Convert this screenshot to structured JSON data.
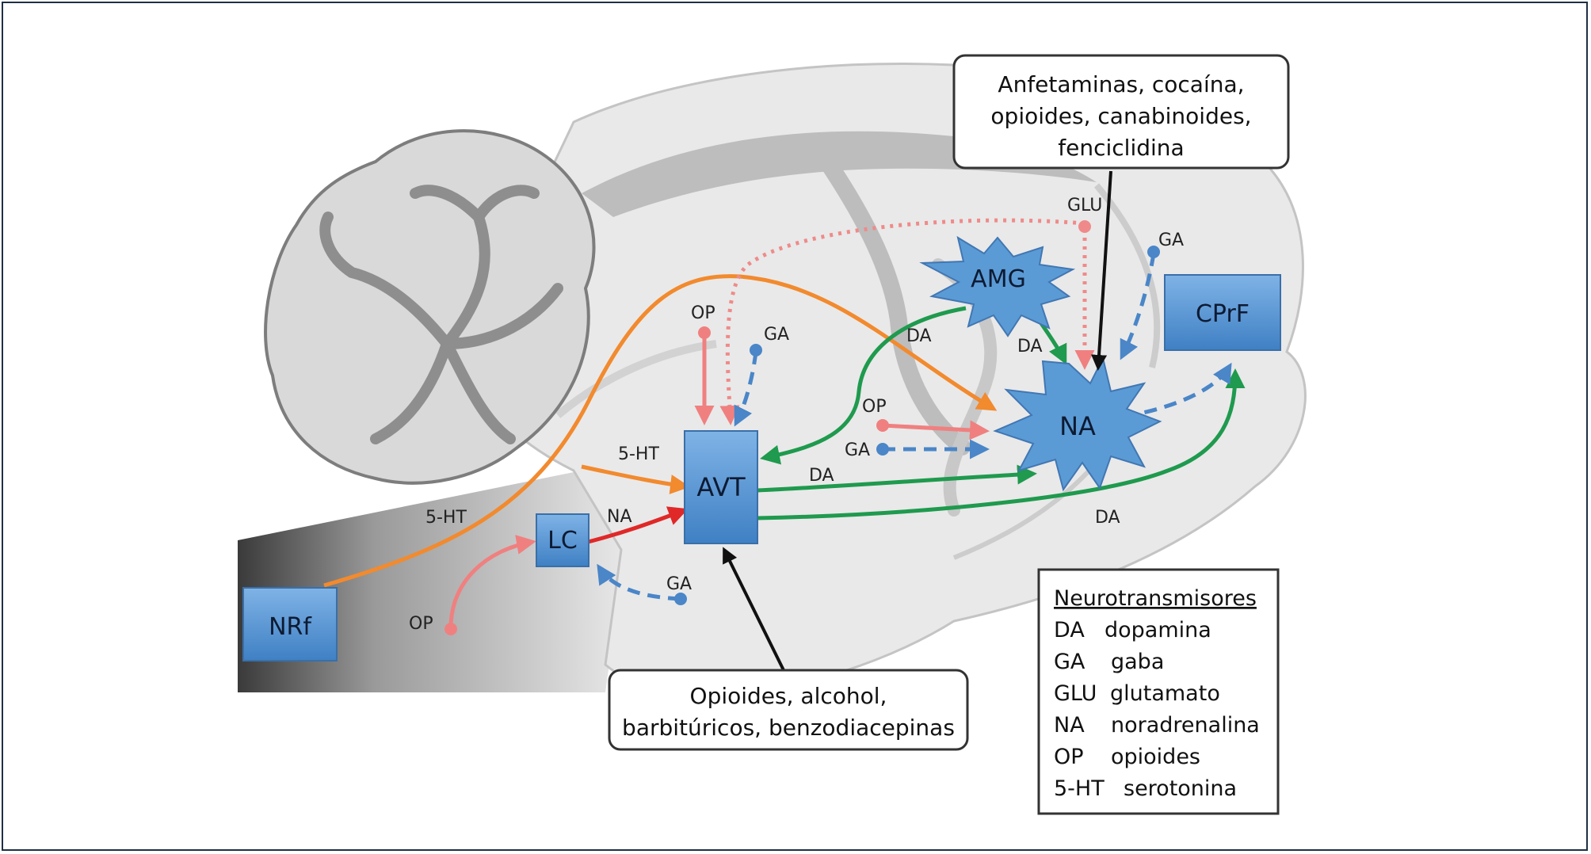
{
  "regions": {
    "nrf": "NRf",
    "lc": "LC",
    "avt": "AVT",
    "amg": "AMG",
    "na": "NA",
    "cprf": "CPrF"
  },
  "pathway_labels": {
    "op_left": "OP",
    "op_avt_top": "OP",
    "ga_avt_top": "GA",
    "ga_lc": "GA",
    "fivehT_upper": "5-HT",
    "fivehT_lower": "5-HT",
    "na_lc_avt": "NA",
    "da_avt_na": "DA",
    "da_amg_avt": "DA",
    "da_amg_na": "DA",
    "da_cprf": "DA",
    "op_na": "OP",
    "ga_na": "GA",
    "glu": "GLU",
    "ga_top_right": "GA"
  },
  "callouts": {
    "top": [
      "Anfetaminas, cocaína,",
      "opioides, canabinoides,",
      "fenciclidina"
    ],
    "bottom": [
      "Opioides, alcohol,",
      "barbitúricos, benzodiacepinas"
    ]
  },
  "legend": {
    "title": "Neurotransmisores",
    "items": [
      {
        "abbr": "DA",
        "name": "dopamina"
      },
      {
        "abbr": "GA",
        "name": "gaba"
      },
      {
        "abbr": "GLU",
        "name": "glutamato"
      },
      {
        "abbr": "NA",
        "name": "noradrenalina"
      },
      {
        "abbr": "OP",
        "name": "opioides"
      },
      {
        "abbr": "5-HT",
        "name": "serotonina"
      }
    ]
  },
  "colors": {
    "serotonin": "#f28a2e",
    "dopamine": "#1f9a4e",
    "noradrenaline": "#e02828",
    "opioid": "#f08080",
    "gaba": "#4a86c8",
    "glutamate": "#f08a8a",
    "region_box": "#5b9bd5",
    "brain_fill": "#e9e9e9"
  }
}
